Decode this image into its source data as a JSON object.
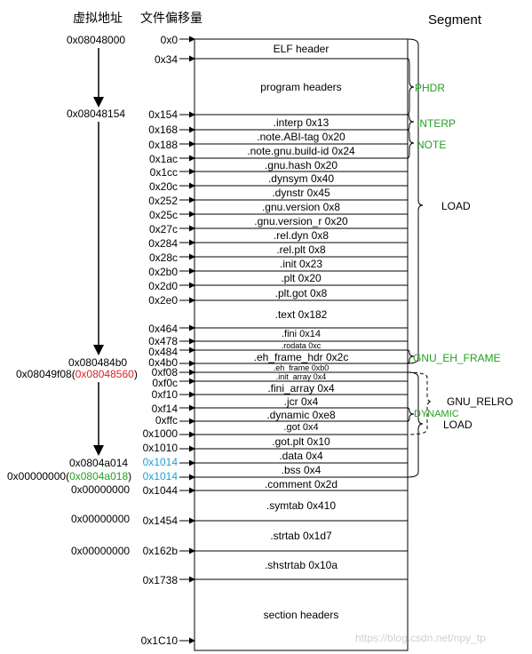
{
  "headers": {
    "vaddr": "虚拟地址",
    "offset": "文件偏移量",
    "segment": "Segment"
  },
  "colors": {
    "box_stroke": "#000000",
    "segment_label": "#22a022",
    "highlight_red": "#e02020",
    "highlight_green": "#22a022",
    "highlight_cyan": "#1ea0d8",
    "watermark": "#d0d0d0"
  },
  "offsets": [
    "0x0",
    "0x34",
    "0x154",
    "0x168",
    "0x188",
    "0x1ac",
    "0x1cc",
    "0x20c",
    "0x252",
    "0x25c",
    "0x27c",
    "0x284",
    "0x28c",
    "0x2b0",
    "0x2d0",
    "0x2e0",
    "0x464",
    "0x478",
    "0x484",
    "0x4b0",
    "0xf08",
    "0xf0c",
    "0xf10",
    "0xf14",
    "0xffc",
    "0x1000",
    "0x1010",
    "0x1014",
    "0x1014",
    "0x1044",
    "0x1454",
    "0x162b",
    "0x1738",
    "0x1C10"
  ],
  "sections": [
    "ELF header",
    "program headers",
    ".interp 0x13",
    ".note.ABI-tag 0x20",
    ".note.gnu.build-id 0x24",
    ".gnu.hash 0x20",
    ".dynsym 0x40",
    ".dynstr 0x45",
    ".gnu.version 0x8",
    ".gnu.version_r 0x20",
    ".rel.dyn 0x8",
    ".rel.plt 0x8",
    ".init 0x23",
    ".plt 0x20",
    ".plt.got 0x8",
    ".text 0x182",
    ".fini 0x14",
    ".rodata 0xc",
    ".eh_frame_hdr 0x2c",
    ".eh_frame 0xb0",
    ".init_array 0x4",
    ".fini_array 0x4",
    ".jcr 0x4",
    ".dynamic 0xe8",
    ".got 0x4",
    ".got.plt 0x10",
    ".data 0x4",
    ".bss 0x4",
    ".comment 0x2d",
    ".symtab 0x410",
    ".strtab 0x1d7",
    ".shstrtab 0x10a",
    "section headers"
  ],
  "vaddrs": {
    "a0": "0x08048000",
    "a1": "0x08048154",
    "a2": "0x080484b0",
    "a3_prefix": "0x08049f08(",
    "a3_red": "0x08048560",
    "a3_suffix": ")",
    "a4": "0x0804a014",
    "a5_prefix": "0x00000000(",
    "a5_green": "0x0804a018",
    "a5_suffix": ")",
    "a6": "0x00000000",
    "a7": "0x00000000",
    "a8": "0x00000000"
  },
  "segments": {
    "phdr": "PHDR",
    "interp": "INTERP",
    "note": "NOTE",
    "load1": "LOAD",
    "gnu_eh_frame": "GNU_EH_FRAME",
    "gnu_relro": "GNU_RELRO",
    "dynamic": "DYNAMIC",
    "load2": "LOAD"
  },
  "watermark": "https://blog.csdn.net/npy_tp"
}
